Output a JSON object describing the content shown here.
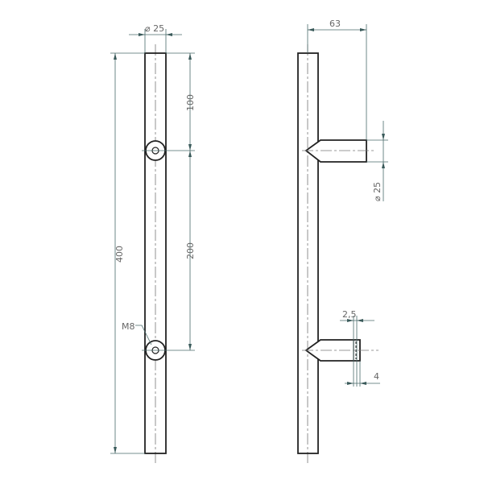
{
  "front_view": {
    "diameter_label": "⌀ 25",
    "hole_spacing_top": "100",
    "hole_spacing": "200",
    "overall_length": "400",
    "thread_label": "M8"
  },
  "side_view": {
    "projection": "63",
    "standoff_diameter": "⌀ 25",
    "gap": "2,5",
    "thread_depth": "4"
  },
  "colors": {
    "line": "#222222",
    "dimension": "#4a6a6a"
  }
}
